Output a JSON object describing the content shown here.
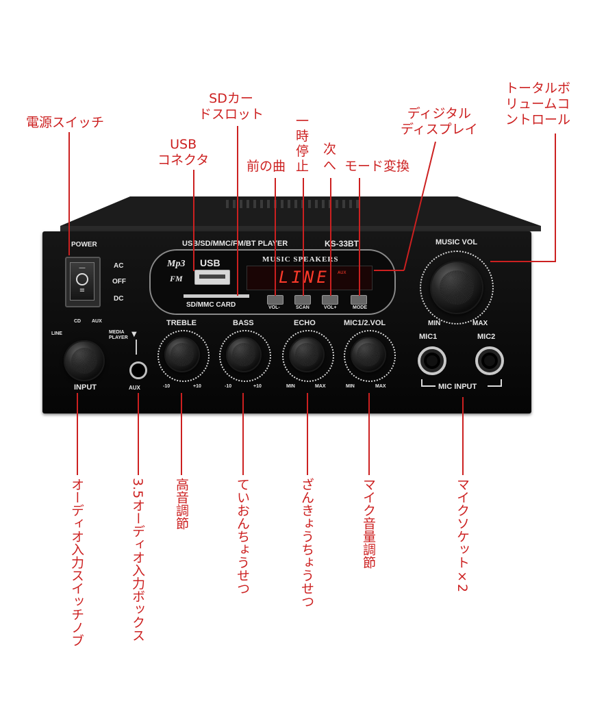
{
  "callouts": {
    "power_switch": "電源スイッチ",
    "usb_connector": "USB\nコネクタ",
    "sd_slot": "SDカー\nドスロット",
    "prev_track": "前の曲",
    "pause": "一\n時\n停\n止",
    "next": "次\nへ",
    "mode_change": "モード変換",
    "digital_display": "ディジタル\nディスプレイ",
    "total_volume": "トータルボ\nリュームコ\nントロール",
    "input_switch_knob": "オーディオ入力スイッチノブ",
    "aux_box": "3.5オーディオ入力ボックス",
    "treble_adjust": "高音調節",
    "bass_adjust": "ていおんちょうせつ",
    "echo_adjust": "ざんきょうちょうせつ",
    "mic_volume_adjust": "マイク音量調節",
    "mic_socket": "マイクソケット×2"
  },
  "panel": {
    "power": "POWER",
    "ac": "AC",
    "off": "OFF",
    "dc": "DC",
    "player_title": "USB/SD/MMC/FM/BT PLAYER",
    "model": "KS-33BT",
    "mp3": "Mp3",
    "fm": "FM",
    "usb": "USB",
    "music_speakers": "MUSIC SPEAKERS",
    "display_text": "LINE",
    "display_small": "AUX",
    "sd_card": "SD/MMC CARD",
    "vol_minus": "VOL-",
    "scan": "SCAN",
    "vol_plus": "VOL+",
    "mode": "MODE",
    "music_vol": "MUSIC VOL",
    "min": "MIN",
    "max": "MAX",
    "line": "LINE",
    "cd": "CD",
    "aux": "AUX",
    "media_player": "MEDIA\nPLAYER",
    "input": "INPUT",
    "treble": "TREBLE",
    "bass": "BASS",
    "echo": "ECHO",
    "mic_vol": "MIC1/2.VOL",
    "minus10": "-10",
    "plus10": "+10",
    "mic1": "MIC1",
    "mic2": "MIC2",
    "mic_input": "MIC INPUT"
  },
  "colors": {
    "callout": "#cc2020",
    "chassis": "#0b0b0b",
    "display_text": "#ff3a2a"
  }
}
